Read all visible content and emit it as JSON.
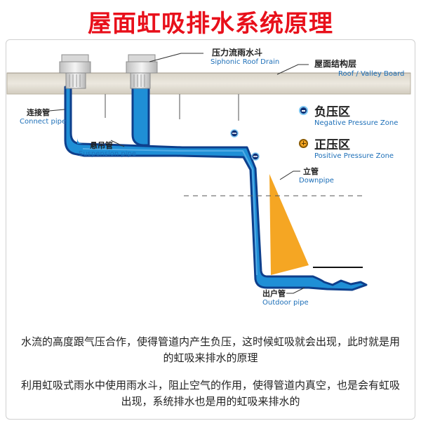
{
  "title": "屋面虹吸排水系统原理",
  "colors": {
    "title": "#e8101b",
    "pipe": "#1f8fd6",
    "pipe_dark": "#0e3f8c",
    "positive": "#f5a623",
    "roof": "#e4e0d6",
    "label_blue": "#1d6fb8"
  },
  "labels": {
    "drain_cn": "压力流雨水斗",
    "drain_en": "Siphonic Roof Drain",
    "roof_cn": "屋面结构层",
    "roof_en": "Roof / Valley Board",
    "connect_cn": "连接管",
    "connect_en": "Connect pipe",
    "suspension_cn": "悬吊管",
    "suspension_en": "Suspension pipe",
    "downpipe_cn": "立管",
    "downpipe_en": "Downpipe",
    "outdoor_cn": "出户管",
    "outdoor_en": "Outdoor pipe"
  },
  "legend": [
    {
      "symbol": "minus-icon",
      "cn": "负压区",
      "en": "Negative Pressure Zone"
    },
    {
      "symbol": "plus-icon",
      "cn": "正压区",
      "en": "Positive Pressure Zone"
    }
  ],
  "description": {
    "p1": "水流的高度跟气压合作，使得管道内产生负压，这时候虹吸就会出现，此时就是用的虹吸来排水的原理",
    "p2": "利用虹吸式雨水中使用雨水斗，阻止空气的作用，使得管道内真空，也是会有虹吸出现，系统排水也是用的虹吸来排水的"
  }
}
